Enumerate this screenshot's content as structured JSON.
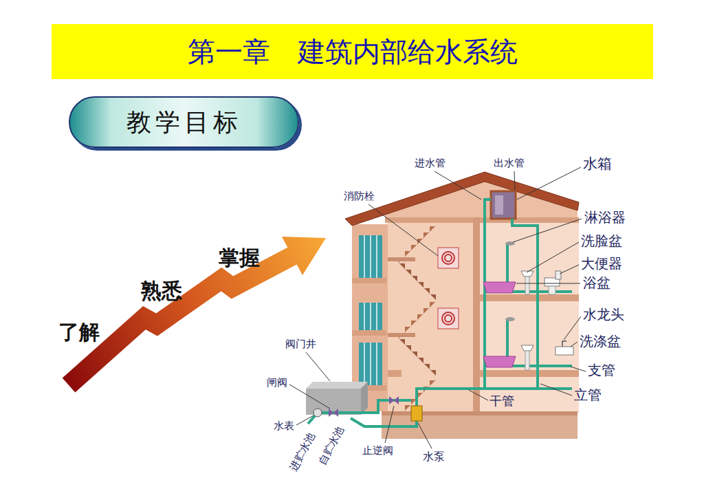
{
  "diagram": {
    "title": "第一章　建筑内部给水系统",
    "nodes": [
      {
        "text": [
          "教学目标"
        ]
      }
    ],
    "labels": [
      "了解",
      "熟悉",
      "掌握",
      "进水管",
      "出水管",
      "水箱",
      "消防栓",
      "淋浴器",
      "洗脸盆",
      "大便器",
      "浴盆",
      "水龙头",
      "洗涤盆",
      "支管",
      "立管",
      "干管",
      "阀门井",
      "闸阀",
      "水表",
      "进贮水池",
      "自贮水池",
      "止逆阀",
      "水泵"
    ]
  }
}
